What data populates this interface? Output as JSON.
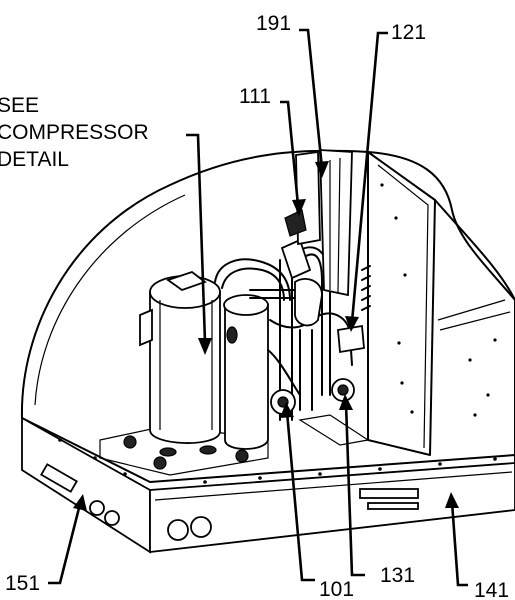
{
  "note": {
    "lines": [
      "SEE",
      "COMPRESSOR",
      "DETAIL"
    ]
  },
  "callouts": {
    "c191": "191",
    "c121": "121",
    "c111": "111",
    "c101": "101",
    "c131": "131",
    "c141": "141",
    "c151": "151"
  }
}
